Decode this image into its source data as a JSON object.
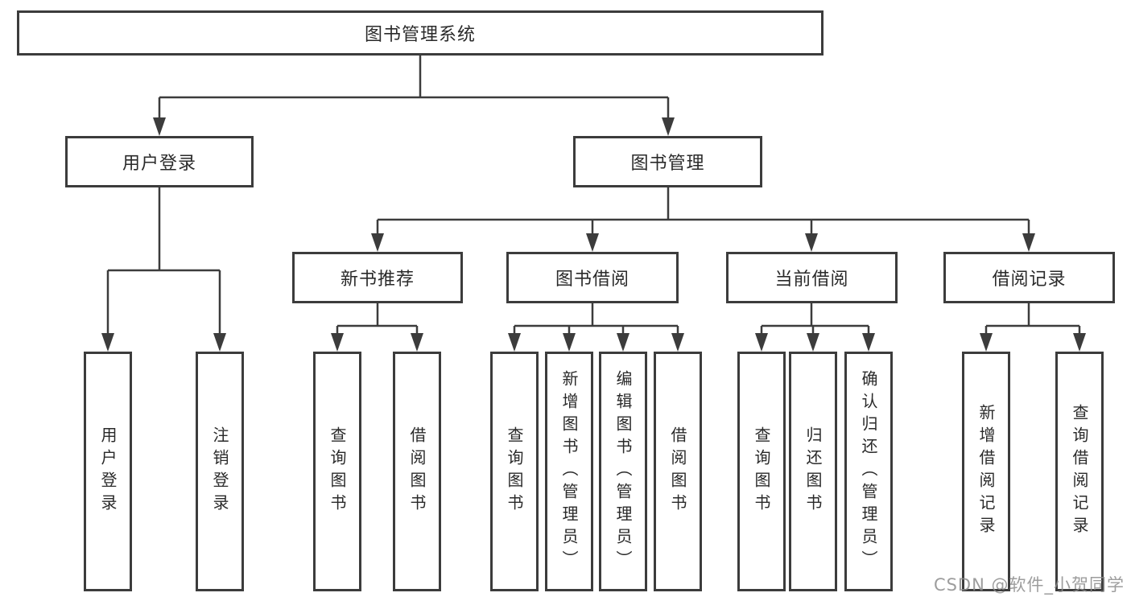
{
  "diagram": {
    "root": {
      "label": "图书管理系统"
    },
    "level1": {
      "user_login": {
        "label": "用户登录"
      },
      "book_mgmt": {
        "label": "图书管理"
      }
    },
    "level2": {
      "new_book": {
        "label": "新书推荐"
      },
      "book_borrow": {
        "label": "图书借阅"
      },
      "current_borrow": {
        "label": "当前借阅"
      },
      "borrow_record": {
        "label": "借阅记录"
      }
    },
    "leaves": {
      "user_login": {
        "label": "用户登录"
      },
      "logout": {
        "label": "注销登录"
      },
      "query_book_a": {
        "label": "查询图书"
      },
      "borrow_book_a": {
        "label": "借阅图书"
      },
      "query_book_b": {
        "label": "查询图书"
      },
      "add_book": {
        "label": "新增图书（管理员）"
      },
      "edit_book": {
        "label": "编辑图书（管理员）"
      },
      "borrow_book_b": {
        "label": "借阅图书"
      },
      "query_book_c": {
        "label": "查询图书"
      },
      "return_book": {
        "label": "归还图书"
      },
      "confirm_return": {
        "label": "确认归还（管理员）"
      },
      "add_record": {
        "label": "新增借阅记录"
      },
      "query_record": {
        "label": "查询借阅记录"
      }
    },
    "watermark": "CSDN @软件_小贺同学",
    "colors": {
      "line": "#3c3c3c",
      "text": "#2a2a2a",
      "watermark": "#8c8c8c",
      "background": "#ffffff"
    }
  }
}
